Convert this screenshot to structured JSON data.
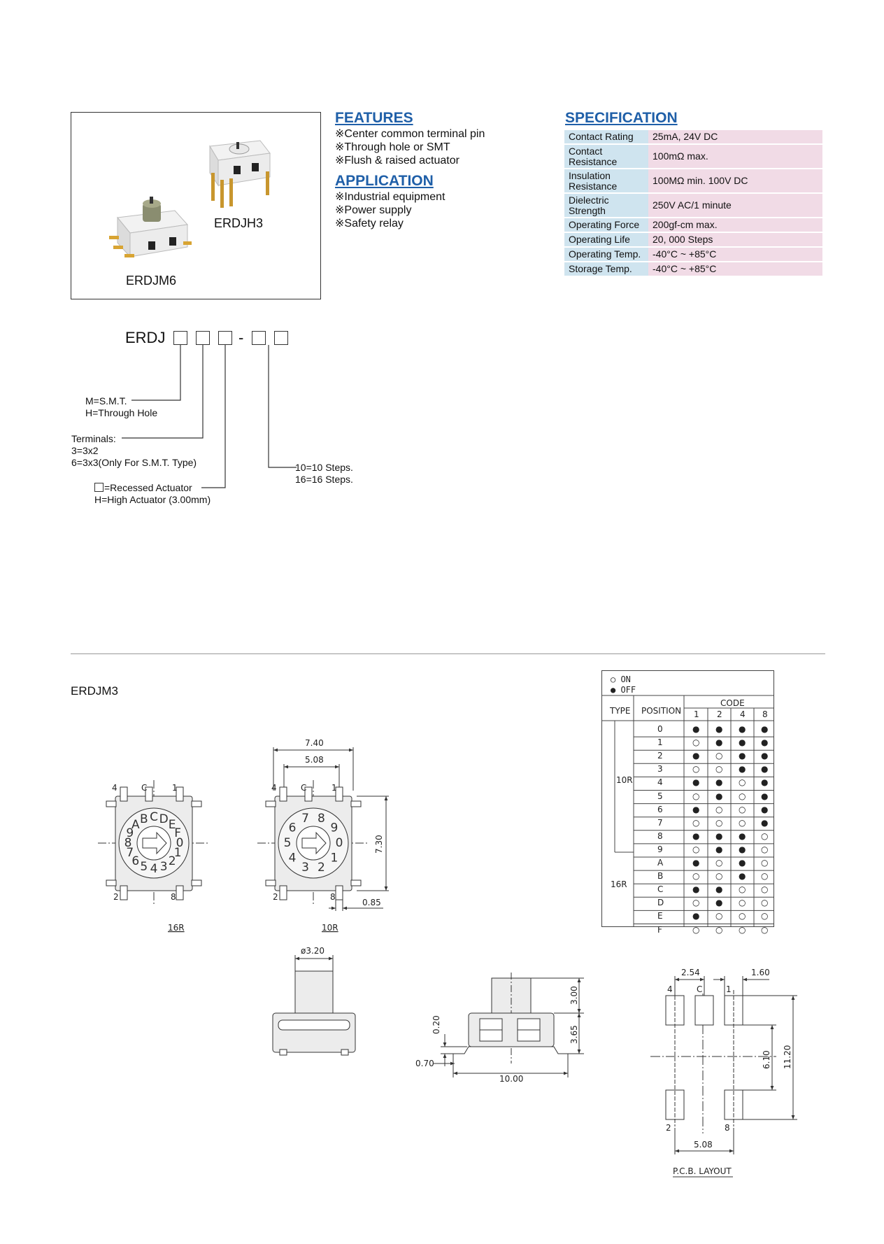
{
  "products": {
    "label_top": "ERDJH3",
    "label_bottom": "ERDJM6"
  },
  "features": {
    "title": "FEATURES",
    "items": [
      "※Center common terminal pin",
      "※Through hole or SMT",
      "※Flush & raised actuator"
    ]
  },
  "application": {
    "title": "APPLICATION",
    "items": [
      "※Industrial equipment",
      "※Power supply",
      "※Safety relay"
    ]
  },
  "specification": {
    "title": "SPECIFICATION",
    "rows": [
      {
        "k": "Contact Rating",
        "v": "25mA, 24V DC"
      },
      {
        "k": "Contact\nResistance",
        "v": "100mΩ max."
      },
      {
        "k": "Insulation\nResistance",
        "v": "100MΩ min. 100V DC"
      },
      {
        "k": "Dielectric\nStrength",
        "v": "250V AC/1 minute"
      },
      {
        "k": "Operating Force",
        "v": "200gf-cm max."
      },
      {
        "k": "Operating Life",
        "v": "20, 000 Steps"
      },
      {
        "k": "Operating Temp.",
        "v": "-40°C ~ +85°C"
      },
      {
        "k": "Storage Temp.",
        "v": "-40°C ~ +85°C"
      }
    ]
  },
  "ordering": {
    "prefix": "ERDJ",
    "dash": "-",
    "m_line1": "M=S.M.T.",
    "m_line2": "H=Through Hole",
    "t_line1": "Terminals:",
    "t_line2": "3=3x2",
    "t_line3": "6=3x3(Only For S.M.T. Type)",
    "a_line1": "=Recessed Actuator",
    "a_line2": "H=High Actuator (3.00mm)",
    "s_line1": "10=10 Steps.",
    "s_line2": "16=16 Steps."
  },
  "model": "ERDJM3",
  "code_table": {
    "legend_on": "○ ON",
    "legend_off": "● OFF",
    "h_type": "TYPE",
    "h_position": "POSITION",
    "h_code": "CODE",
    "bits": [
      "1",
      "2",
      "4",
      "8"
    ],
    "type_10": "10R",
    "type_16": "16R",
    "rows": [
      {
        "p": "0",
        "c": [
          "●",
          "●",
          "●",
          "●"
        ]
      },
      {
        "p": "1",
        "c": [
          "○",
          "●",
          "●",
          "●"
        ]
      },
      {
        "p": "2",
        "c": [
          "●",
          "○",
          "●",
          "●"
        ]
      },
      {
        "p": "3",
        "c": [
          "○",
          "○",
          "●",
          "●"
        ]
      },
      {
        "p": "4",
        "c": [
          "●",
          "●",
          "○",
          "●"
        ]
      },
      {
        "p": "5",
        "c": [
          "○",
          "●",
          "○",
          "●"
        ]
      },
      {
        "p": "6",
        "c": [
          "●",
          "○",
          "○",
          "●"
        ]
      },
      {
        "p": "7",
        "c": [
          "○",
          "○",
          "○",
          "●"
        ]
      },
      {
        "p": "8",
        "c": [
          "●",
          "●",
          "●",
          "○"
        ]
      },
      {
        "p": "9",
        "c": [
          "○",
          "●",
          "●",
          "○"
        ]
      },
      {
        "p": "A",
        "c": [
          "●",
          "○",
          "●",
          "○"
        ]
      },
      {
        "p": "B",
        "c": [
          "○",
          "○",
          "●",
          "○"
        ]
      },
      {
        "p": "C",
        "c": [
          "●",
          "●",
          "○",
          "○"
        ]
      },
      {
        "p": "D",
        "c": [
          "○",
          "●",
          "○",
          "○"
        ]
      },
      {
        "p": "E",
        "c": [
          "●",
          "○",
          "○",
          "○"
        ]
      },
      {
        "p": "F",
        "c": [
          "○",
          "○",
          "○",
          "○"
        ]
      }
    ]
  },
  "drawings": {
    "label_16r": "16R",
    "label_10r": "10R",
    "pin_4": "4",
    "pin_c": "C",
    "pin_1": "1",
    "pin_2": "2",
    "pin_8": "8",
    "d_740": "7.40",
    "d_508": "5.08",
    "d_730": "7.30",
    "d_085": "0.85",
    "d_320": "ø3.20",
    "d_020": "0.20",
    "d_070": "0.70",
    "d_1000": "10.00",
    "d_300": "3.00",
    "d_365": "3.65",
    "d_254": "2.54",
    "d_160": "1.60",
    "d_610": "6.10",
    "d_1120": "11.20",
    "d_508b": "5.08",
    "pcb_label": "P.C.B. LAYOUT",
    "dial_16": "89ABCDEF01234567",
    "dial_10": "0123456789"
  }
}
